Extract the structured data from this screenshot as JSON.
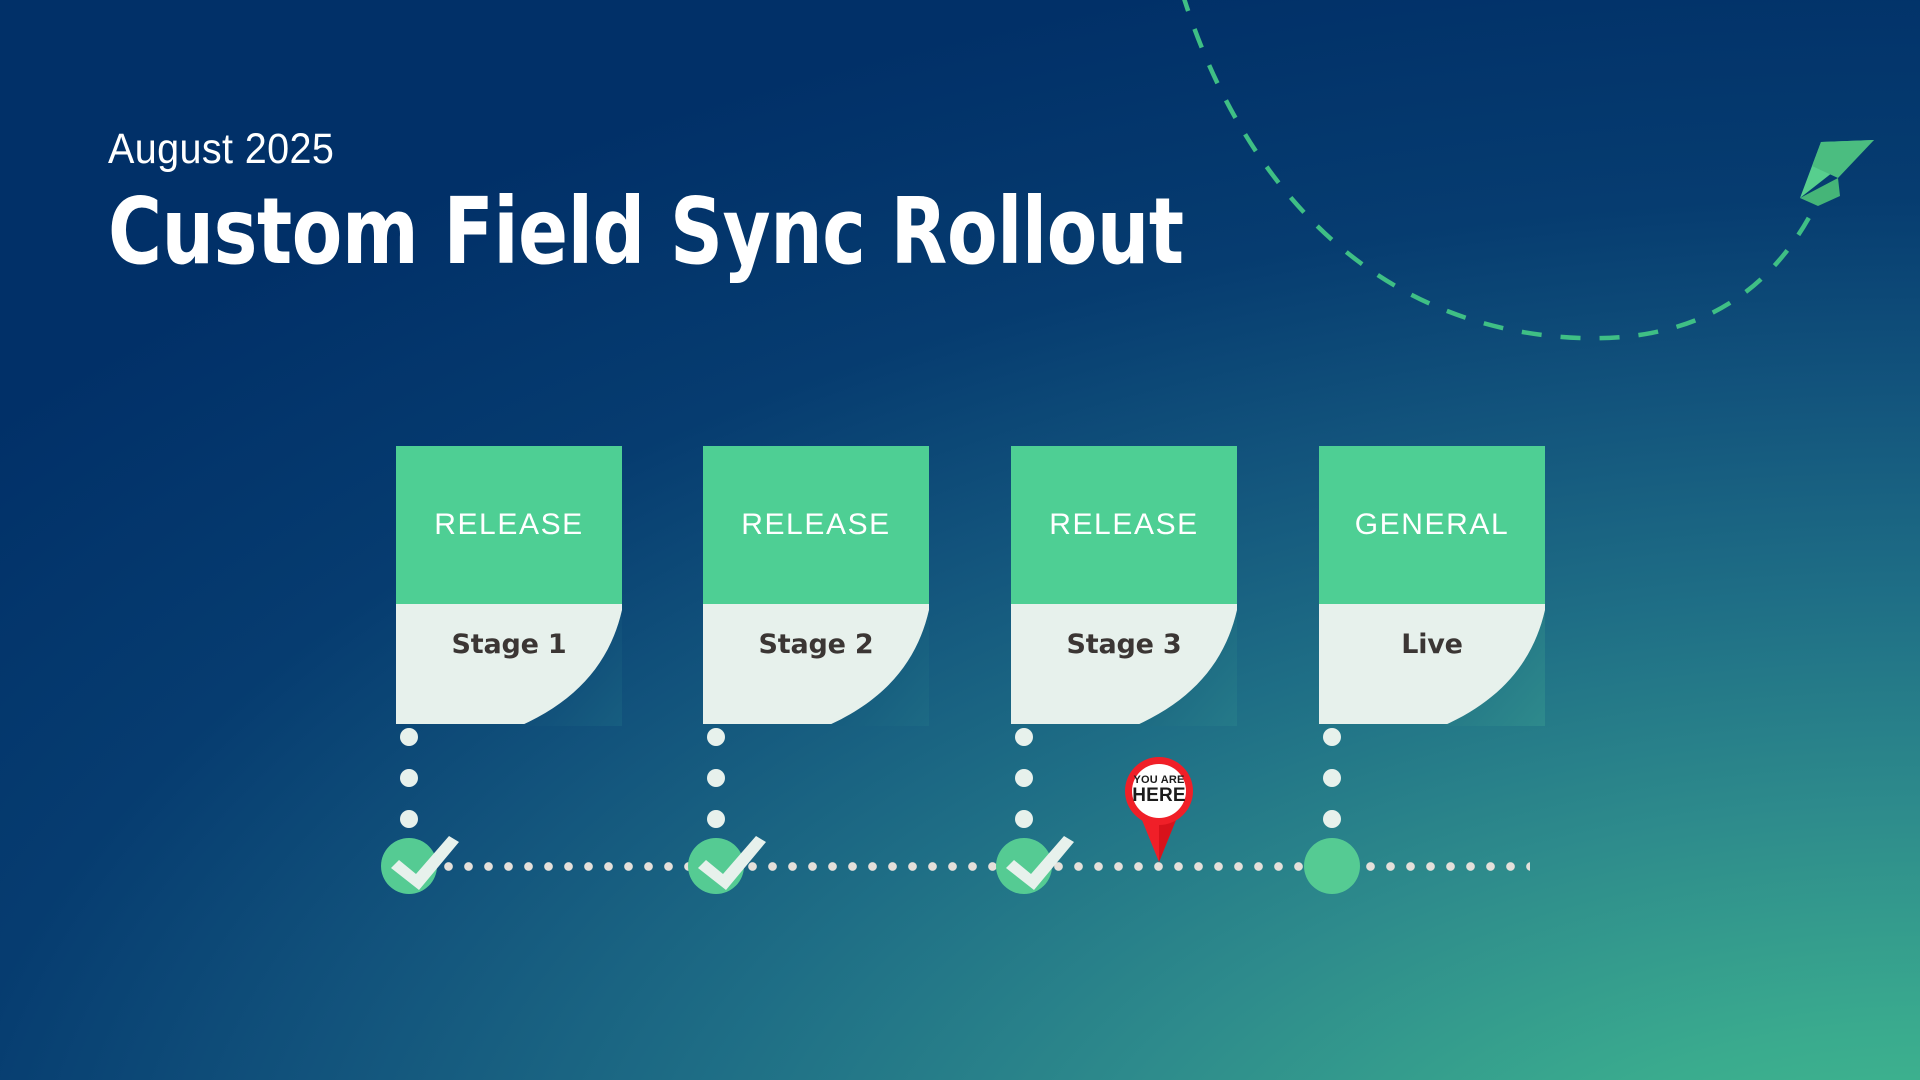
{
  "header": {
    "eyebrow": "August 2025",
    "headline": "Custom Field Sync Rollout"
  },
  "colors": {
    "bg_deep_navy": "#013068",
    "bg_teal_green": "#3aab8e",
    "card_header_green": "#4ecf94",
    "card_body_mint": "#e7f1ec",
    "node_green": "#55cb93",
    "dot_track": "#e5e0da",
    "marker_red": "#f01f28",
    "stage_text": "#3b3634",
    "accent_plane": "#4ecf8a"
  },
  "timeline": {
    "stages": [
      {
        "badge": "RELEASE",
        "label": "Stage 1",
        "state": "complete",
        "icon": "check-icon"
      },
      {
        "badge": "RELEASE",
        "label": "Stage 2",
        "state": "complete",
        "icon": "check-icon"
      },
      {
        "badge": "RELEASE",
        "label": "Stage 3",
        "state": "complete",
        "icon": "check-icon"
      },
      {
        "badge": "GENERAL",
        "label": "Live",
        "state": "upcoming",
        "icon": "circle-icon"
      }
    ],
    "current_marker": {
      "line1": "YOU ARE",
      "line2": "HERE",
      "after_stage_index": 2
    }
  },
  "decorations": {
    "paper_plane": "paper-plane-icon",
    "trail": "dashed-curve"
  }
}
